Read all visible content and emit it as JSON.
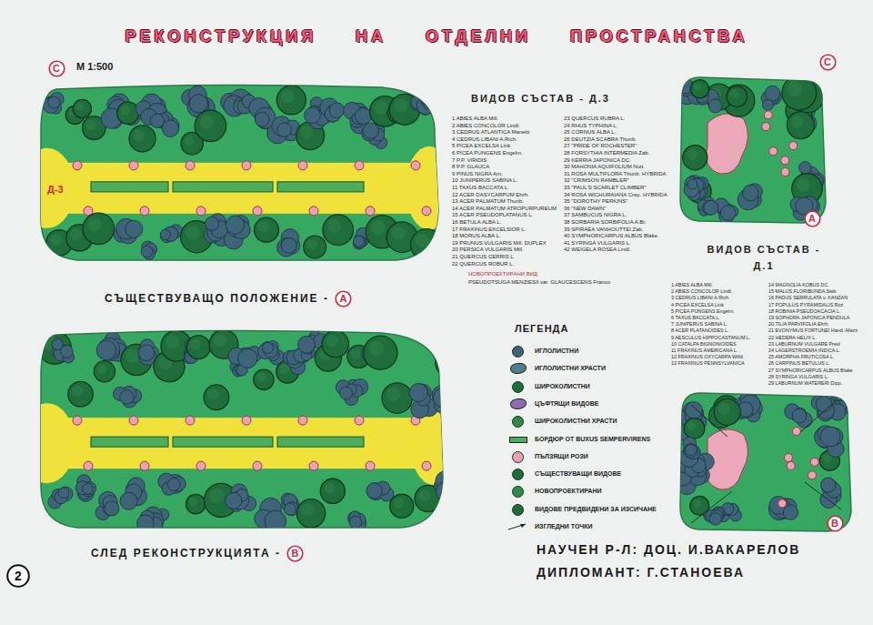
{
  "diagram": {
    "title": "РЕКОНСТРУКЦИЯ НА ОТДЕЛНИ ПРОСТРАНСТВА",
    "nodes": [
      {
        "text": [
          "С"
        ]
      },
      {
        "text": [
          "С"
        ]
      },
      {
        "text": [
          "А"
        ]
      },
      {
        "text": [
          "В"
        ]
      },
      {
        "text": [
          "А"
        ]
      },
      {
        "text": [
          "В"
        ]
      },
      {
        "text": [
          "2"
        ]
      }
    ],
    "labels": [
      "М 1:500",
      "ВИДОВ СЪСТАВ - Д.3",
      "Д-3",
      "СЪЩЕСТВУВАЩО ПОЛОЖЕНИЕ -",
      "СЛЕД РЕКОНСТРУКЦИЯТА -",
      "ВИДОВ СЪСТАВ - Д.1",
      "НАУЧЕН Р-Л: ДОЦ. И.ВАКАРЕЛОВ",
      "ДИПЛОМАНТ: Г.СТАНОЕВА",
      "ЛЕГЕНДА",
      "1 ABIES ALBA Mill.",
      "2 ABIES CONCOLOR Lindl.",
      "3 CEDRUS ATLANTICA Manetti",
      "4 CEDRUS LIBANI A.Rich.",
      "5 PICEA EXCELSA Link",
      "6 PICEA PUNGENS Engelm.",
      "7 P.P. VIRIDIS",
      "8 P.P. GLAUCA",
      "9 PINUS NIGRA Arn.",
      "10 JUNIPERUS SABINA L.",
      "11 TAXUS BACCATA L.",
      "12 ACER DASYCARPUM Ehrh.",
      "13 ACER PALMATUM Thunb.",
      "14 ACER PALMATUM ATROPURPUREUM",
      "15 ACER PSEUDOPLATANUS L.",
      "16 BETULA ALBA L.",
      "17 FRAXINUS EXCELSIOR L.",
      "18 MORUS ALBA L.",
      "19 PRUNUS VULGARIS Mill. DUPLEX",
      "20 PERSICA VULGARIS Mill.",
      "21 QUERCUS CERRIS L.",
      "22 QUERCUS ROBUR L.",
      "23 QUERCUS RUBRA L.",
      "24 RHUS TYPHINA L.",
      "25 CORNUS ALBA L.",
      "26 DEUTZIA SCABRA Thunb.",
      "27 \"PRIDE OF ROCHESTER\"",
      "28 FORSYTHIA INTERMEDIA Zab.",
      "29 KERRIA JAPONICA DC.",
      "30 MAHONIA AQUIFOLIUM Nutt.",
      "31 ROSA MULTIFLORA Thunb. HYBRIDA",
      "32 \"CRIMSON RAMBLER\"",
      "33 \"PAUL'S SCARLET CLIMBER\"",
      "34 ROSA WICHURAIANA Crep. HYBRIDA",
      "35 \"DOROTHY PERKINS\"",
      "36 \"NEW DAWN\"",
      "37 SAMBUCUS NIGRA L.",
      "38 SORBARIA SORBIFOLIA A.Br.",
      "39 SPIRAEA VANHOUTTEI Zab.",
      "40 SYMPHORICARPUS ALBUS Blake",
      "41 SYRINGA VULGARIS L.",
      "42 WEIGELA ROSEA Lindl.",
      "НОВОПРОЕКТИРАНИ ВИД",
      "PSEUDOTSUGA MENZIESII var. GLAUCESCENS Franco",
      "1 ABIES ALBA Mill.",
      "2 ABIES CONCOLOR Lindl.",
      "3 CEDRUS LIBANI A.Rich.",
      "4 PICEA EXCELSA Link",
      "5 PICEA PUNGENS Engelm.",
      "6 TAXUS BACCATA L.",
      "7 JUNIPERUS SABINA L.",
      "8 ACER PLATANOIDES L.",
      "9 AESCULUS HIPPOCASTANUM L.",
      "10 CATALPA BIGNONIOIDES",
      "11 FRAXINUS AMERICANA L.",
      "12 FRAXINUS OXYCARPA Willd.",
      "13 FRAXINUS PENNSYLVANICA",
      "14 MAGNOLIA KOBUS DC.",
      "15 MALUS FLORIBUNDA Sieb.",
      "16 PADUS SERRULATA v. KANZAN",
      "17 POPULUS PYRAMIDALIS Roz.",
      "18 ROBINIA PSEUDOACACIA L.",
      "19 SOPHORA JAPONICA PENDULA",
      "20 TILIA PARVIFOLIA Ehrh.",
      "21 EVONYMUS FORTUNEI Hand.-Mazz.",
      "22 HEDERA HELIX L.",
      "23 LABURNUM VULGARE Presl",
      "24 LAGERSTROEMIA INDICA L.",
      "25 AMORPHA FRUTICOSA L.",
      "26 CARPINUS BETULUS L.",
      "27 SYMPHORICARPUS ALBUS Blake",
      "28 SYRINGA VULGARIS L.",
      "29 LABURNUM WATERERI Dipp."
    ],
    "legend": [
      {
        "text": "ИГЛОЛИСТНИ",
        "color": "#3f6378"
      },
      {
        "text": "ИГЛОЛИСТНИ ХРАСТИ",
        "color": "#4f7f8a"
      },
      {
        "text": "ШИРОКОЛИСТНИ",
        "color": "#1f6d3b"
      },
      {
        "text": "ЦЪФТЯЩИ ВИДОВЕ",
        "color": "#8e6bb0"
      },
      {
        "text": "ШИРОКОЛИСТНИ ХРАСТИ",
        "color": "#2f8a45"
      },
      {
        "text": "БОРДЮР ОТ BUXUS SEMPERVIRENS",
        "color": "#4cae5a"
      },
      {
        "text": "ПЪЛЗЯЩИ РОЗИ",
        "color": "#eaa3b0"
      },
      {
        "text": "СЪЩЕСТВУВАЩИ ВИДОВЕ",
        "color": "#1f6d3b"
      },
      {
        "text": "НОВОПРОЕКТИРАНИ",
        "color": "#2e8b4a"
      },
      {
        "text": "ВИДОВЕ ПРЕДВИДЕНИ ЗА ИЗСИЧАНЕ",
        "color": "#1f6d3b"
      },
      {
        "text": "ИЗГЛЕДНИ ТОЧКИ"
      }
    ]
  }
}
